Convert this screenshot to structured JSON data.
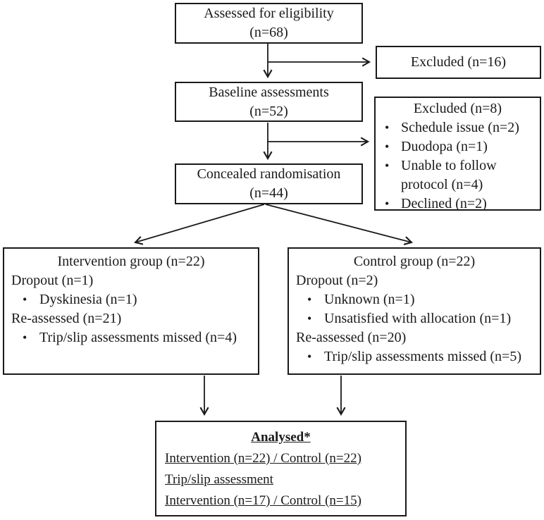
{
  "glyphs": {
    "bullet": "•"
  },
  "colors": {
    "line": "#1a1a1a",
    "text": "#1a1a1a",
    "background": "#ffffff"
  },
  "boxes": {
    "assessed": {
      "line1": "Assessed for eligibility",
      "line2": "(n=68)"
    },
    "excluded16": {
      "line1": "Excluded (n=16)"
    },
    "baseline": {
      "line1": "Baseline assessments",
      "line2": "(n=52)"
    },
    "excluded8": {
      "title": "Excluded (n=8)",
      "bullets": [
        "Schedule issue (n=2)",
        "Duodopa (n=1)",
        "Unable to follow protocol (n=4)",
        "Declined (n=2)"
      ]
    },
    "randomisation": {
      "line1": "Concealed randomisation",
      "line2": "(n=44)"
    },
    "intervention": {
      "title": "Intervention group (n=22)",
      "lines": [
        {
          "text": "Dropout (n=1)",
          "bullet": false
        },
        {
          "text": "Dyskinesia (n=1)",
          "bullet": true
        },
        {
          "text": "Re-assessed (n=21)",
          "bullet": false
        },
        {
          "text": "Trip/slip assessments missed (n=4)",
          "bullet": true
        }
      ]
    },
    "control": {
      "title": "Control group (n=22)",
      "lines": [
        {
          "text": "Dropout (n=2)",
          "bullet": false
        },
        {
          "text": "Unknown (n=1)",
          "bullet": true
        },
        {
          "text": "Unsatisfied with allocation (n=1)",
          "bullet": true
        },
        {
          "text": "Re-assessed (n=20)",
          "bullet": false
        },
        {
          "text": "Trip/slip assessments missed (n=5)",
          "bullet": true
        }
      ]
    },
    "analysed": {
      "title": "Analysed*",
      "lines": [
        "Intervention (n=22) / Control (n=22)",
        "Trip/slip assessment",
        "Intervention (n=17) / Control (n=15)"
      ]
    }
  }
}
